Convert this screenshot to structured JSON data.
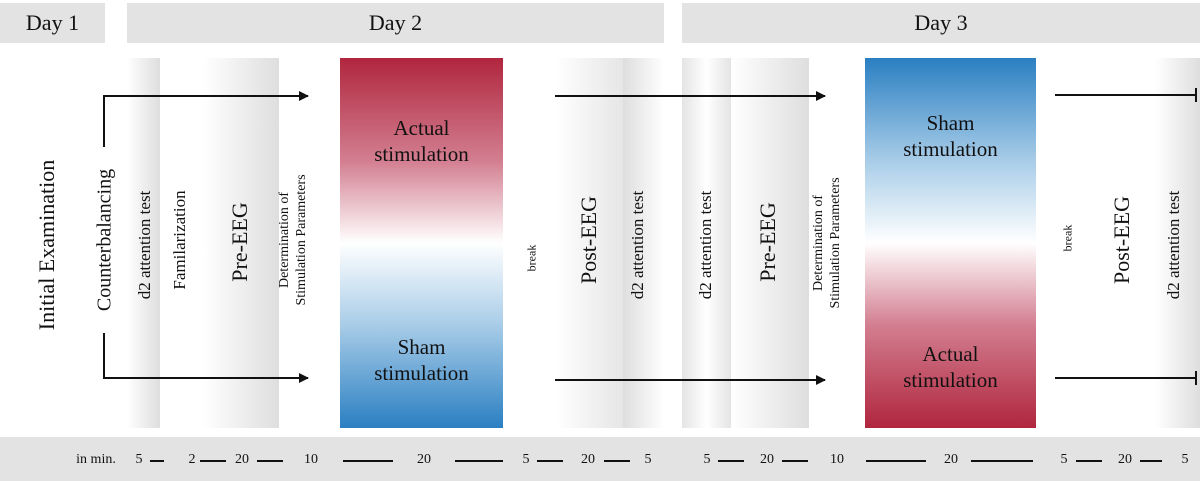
{
  "days": {
    "day1": "Day 1",
    "day2": "Day 2",
    "day3": "Day 3"
  },
  "left": {
    "initial_examination": "Initial  Examination",
    "counterbalancing": "Counterbalancing"
  },
  "day2": {
    "d2_pre": "d2 attention test",
    "familiarization": "Familarization",
    "pre_eeg": "Pre-EEG",
    "determination_line1": "Determination of",
    "determination_line2": "Stimulation Parameters",
    "stim_top_line1": "Actual",
    "stim_top_line2": "stimulation",
    "stim_bottom_line1": "Sham",
    "stim_bottom_line2": "stimulation",
    "break": "break",
    "post_eeg": "Post-EEG",
    "d2_post": "d2 attention test"
  },
  "day3": {
    "d2_pre": "d2 attention test",
    "pre_eeg": "Pre-EEG",
    "determination_line1": "Determination of",
    "determination_line2": "Stimulation Parameters",
    "stim_top_line1": "Sham",
    "stim_top_line2": "stimulation",
    "stim_bottom_line1": "Actual",
    "stim_bottom_line2": "stimulation",
    "break": "break",
    "post_eeg": "Post-EEG",
    "d2_post": "d2 attention test"
  },
  "timeline": {
    "unit_label": "in min.",
    "values": [
      "5",
      "2",
      "20",
      "10",
      "20",
      "5",
      "20",
      "5",
      "5",
      "20",
      "10",
      "20",
      "5",
      "20",
      "5"
    ]
  },
  "colors": {
    "actual": "#b0263e",
    "sham": "#2a7fc2",
    "band": "#e3e3e3"
  }
}
